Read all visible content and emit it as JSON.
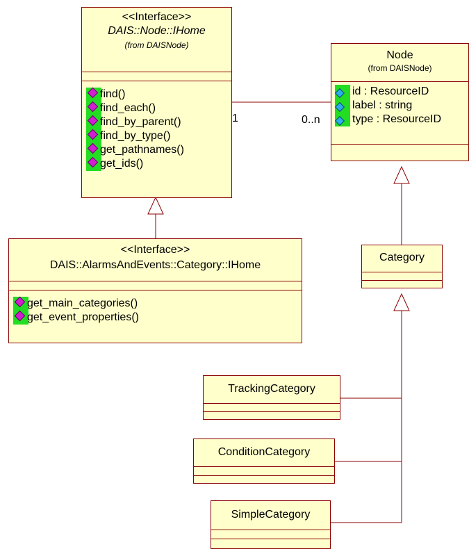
{
  "ihome": {
    "stereotype": "<<Interface>>",
    "name": "DAIS::Node::IHome",
    "from": "(from DAISNode)",
    "operations": [
      "find()",
      "find_each()",
      "find_by_parent()",
      "find_by_type()",
      "get_pathnames()",
      "get_ids()"
    ]
  },
  "node": {
    "name": "Node",
    "from": "(from DAISNode)",
    "attributes": [
      "id : ResourceID",
      "label : string",
      "type : ResourceID"
    ]
  },
  "category_ihome": {
    "stereotype": "<<Interface>>",
    "name": "DAIS::AlarmsAndEvents::Category::IHome",
    "operations": [
      "get_main_categories()",
      "get_event_properties()"
    ]
  },
  "category": {
    "name": "Category"
  },
  "tracking": {
    "name": "TrackingCategory"
  },
  "condition": {
    "name": "ConditionCategory"
  },
  "simple": {
    "name": "SimpleCategory"
  },
  "association": {
    "left_multiplicity": "1",
    "right_multiplicity": "0..n"
  },
  "colors": {
    "class_fill": "#ffffcc",
    "border": "#8b0000",
    "operation_icon_bg": "#22dd22",
    "operation_icon": "#d020d0",
    "attribute_icon": "#2ab0e8"
  }
}
